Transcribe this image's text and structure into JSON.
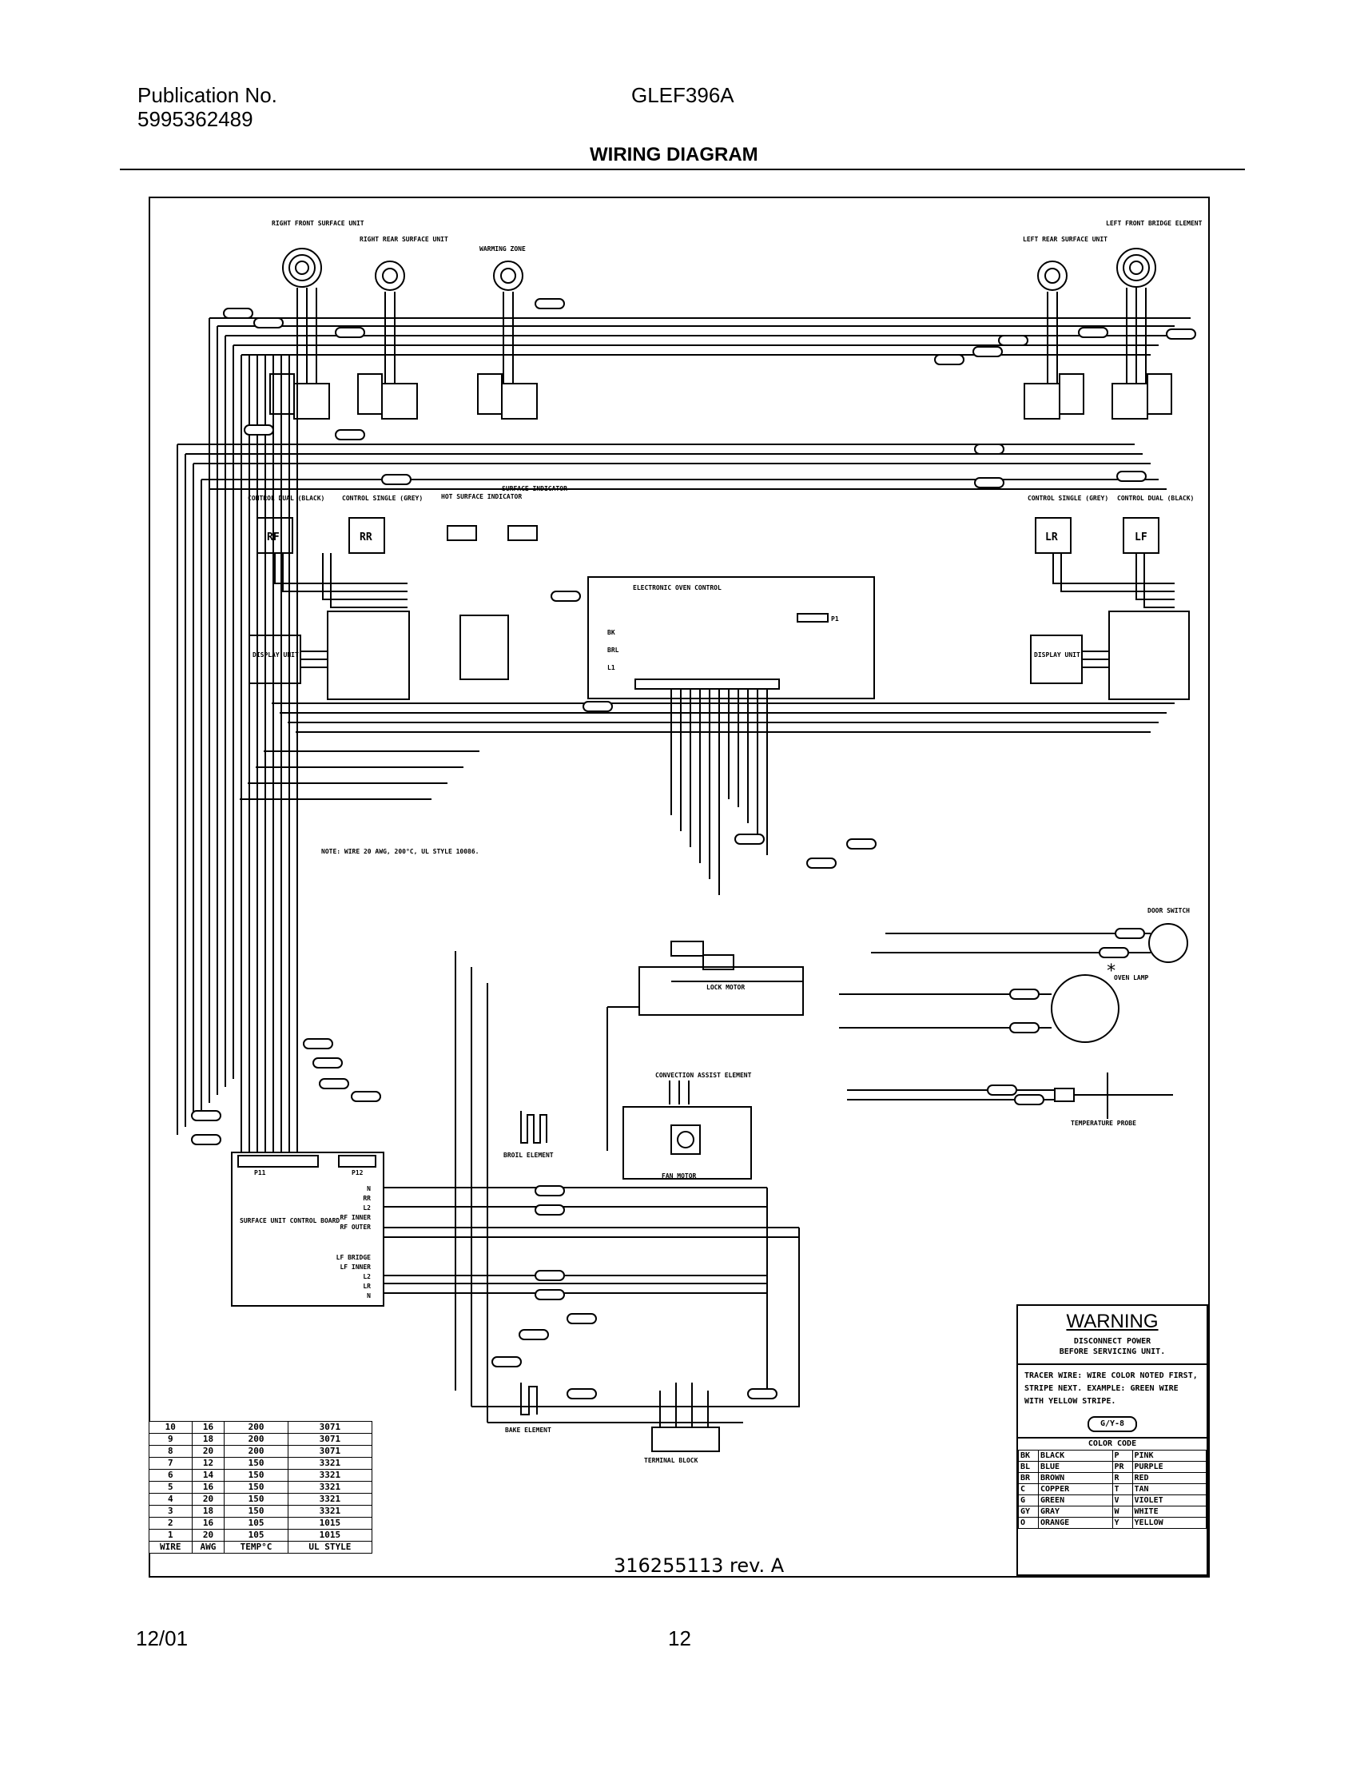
{
  "header": {
    "publication_label": "Publication No.",
    "publication_number": "5995362489",
    "model": "GLEF396A",
    "title": "WIRING DIAGRAM"
  },
  "components": {
    "rf_surface": "RIGHT FRONT SURFACE UNIT",
    "rr_surface": "RIGHT REAR SURFACE UNIT",
    "warming_zone": "WARMING ZONE",
    "lr_surface": "LEFT REAR SURFACE UNIT",
    "lf_bridge": "LEFT FRONT BRIDGE ELEMENT",
    "control_dual_black_left": "CONTROL DUAL (BLACK)",
    "control_single_grey_left": "CONTROL SINGLE (GREY)",
    "hot_surface_indicator": "HOT SURFACE INDICATOR",
    "surface_indicator": "SURFACE INDICATOR",
    "control_single_grey_right": "CONTROL SINGLE (GREY)",
    "control_dual_black_right": "CONTROL DUAL (BLACK)",
    "knob_rf": "RF",
    "knob_rr": "RR",
    "knob_lr": "LR",
    "knob_lf": "LF",
    "electronic_oven_control": "ELECTRONIC OVEN CONTROL",
    "display_unit": "DISPLAY UNIT",
    "note": "NOTE: WIRE 20 AWG, 200°C, UL STYLE 10086.",
    "door_switch": "DOOR SWITCH",
    "oven_lamp": "OVEN LAMP",
    "lock_motor": "LOCK MOTOR",
    "convection_element": "CONVECTION ASSIST ELEMENT",
    "fan_motor": "FAN MOTOR",
    "temperature_probe": "TEMPERATURE PROBE",
    "broil_element": "BROIL ELEMENT",
    "bake_element": "BAKE ELEMENT",
    "terminal_block": "TERMINAL BLOCK",
    "surface_control_board": "SURFACE UNIT CONTROL BOARD",
    "p11": "P11",
    "p12": "P12",
    "eoc_bk": "BK",
    "eoc_brl": "BRL",
    "eoc_l1": "L1",
    "eoc_p1": "P1",
    "board_terms_top": [
      "N",
      "RR",
      "L2",
      "RF INNER",
      "RF OUTER"
    ],
    "board_terms_bot": [
      "LF BRIDGE",
      "LF INNER",
      "L2",
      "LR",
      "N"
    ]
  },
  "warning": {
    "title": "WARNING",
    "line1": "DISCONNECT POWER",
    "line2": "BEFORE SERVICING UNIT.",
    "tracer": "TRACER WIRE: WIRE COLOR NOTED FIRST, STRIPE NEXT. EXAMPLE: GREEN WIRE WITH YELLOW STRIPE.",
    "example": "G/Y-8",
    "color_code_title": "COLOR CODE",
    "colors": [
      [
        "BK",
        "BLACK",
        "P",
        "PINK"
      ],
      [
        "BL",
        "BLUE",
        "PR",
        "PURPLE"
      ],
      [
        "BR",
        "BROWN",
        "R",
        "RED"
      ],
      [
        "C",
        "COPPER",
        "T",
        "TAN"
      ],
      [
        "G",
        "GREEN",
        "V",
        "VIOLET"
      ],
      [
        "GY",
        "GRAY",
        "W",
        "WHITE"
      ],
      [
        "O",
        "ORANGE",
        "Y",
        "YELLOW"
      ]
    ]
  },
  "gauge_table": {
    "rows": [
      [
        "10",
        "16",
        "200",
        "3071"
      ],
      [
        "9",
        "18",
        "200",
        "3071"
      ],
      [
        "8",
        "20",
        "200",
        "3071"
      ],
      [
        "7",
        "12",
        "150",
        "3321"
      ],
      [
        "6",
        "14",
        "150",
        "3321"
      ],
      [
        "5",
        "16",
        "150",
        "3321"
      ],
      [
        "4",
        "20",
        "150",
        "3321"
      ],
      [
        "3",
        "18",
        "150",
        "3321"
      ],
      [
        "2",
        "16",
        "105",
        "1015"
      ],
      [
        "1",
        "20",
        "105",
        "1015"
      ]
    ],
    "headers": [
      "WIRE",
      "AWG",
      "TEMP°C",
      "UL STYLE"
    ]
  },
  "part_number": "316255113 rev. A",
  "footer": {
    "date": "12/01",
    "page": "12"
  }
}
